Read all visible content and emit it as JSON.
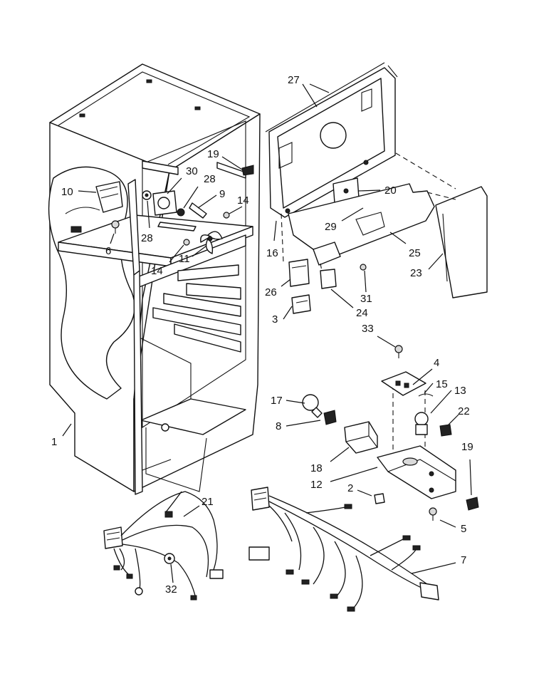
{
  "callouts": [
    {
      "id": "c1",
      "label": "1"
    },
    {
      "id": "c2",
      "label": "2"
    },
    {
      "id": "c3",
      "label": "3"
    },
    {
      "id": "c4",
      "label": "4"
    },
    {
      "id": "c5",
      "label": "5"
    },
    {
      "id": "c6",
      "label": "6"
    },
    {
      "id": "c7",
      "label": "7"
    },
    {
      "id": "c8",
      "label": "8"
    },
    {
      "id": "c9",
      "label": "9"
    },
    {
      "id": "c10",
      "label": "10"
    },
    {
      "id": "c11",
      "label": "11"
    },
    {
      "id": "c12",
      "label": "12"
    },
    {
      "id": "c13",
      "label": "13"
    },
    {
      "id": "c14a",
      "label": "14"
    },
    {
      "id": "c14b",
      "label": "14"
    },
    {
      "id": "c15",
      "label": "15"
    },
    {
      "id": "c16",
      "label": "16"
    },
    {
      "id": "c17",
      "label": "17"
    },
    {
      "id": "c18",
      "label": "18"
    },
    {
      "id": "c19a",
      "label": "19"
    },
    {
      "id": "c19b",
      "label": "19"
    },
    {
      "id": "c20",
      "label": "20"
    },
    {
      "id": "c21",
      "label": "21"
    },
    {
      "id": "c22",
      "label": "22"
    },
    {
      "id": "c23",
      "label": "23"
    },
    {
      "id": "c24",
      "label": "24"
    },
    {
      "id": "c25",
      "label": "25"
    },
    {
      "id": "c26",
      "label": "26"
    },
    {
      "id": "c27",
      "label": "27"
    },
    {
      "id": "c28a",
      "label": "28"
    },
    {
      "id": "c28b",
      "label": "28"
    },
    {
      "id": "c29",
      "label": "29"
    },
    {
      "id": "c30",
      "label": "30"
    },
    {
      "id": "c31",
      "label": "31"
    },
    {
      "id": "c32",
      "label": "32"
    },
    {
      "id": "c33",
      "label": "33"
    }
  ]
}
